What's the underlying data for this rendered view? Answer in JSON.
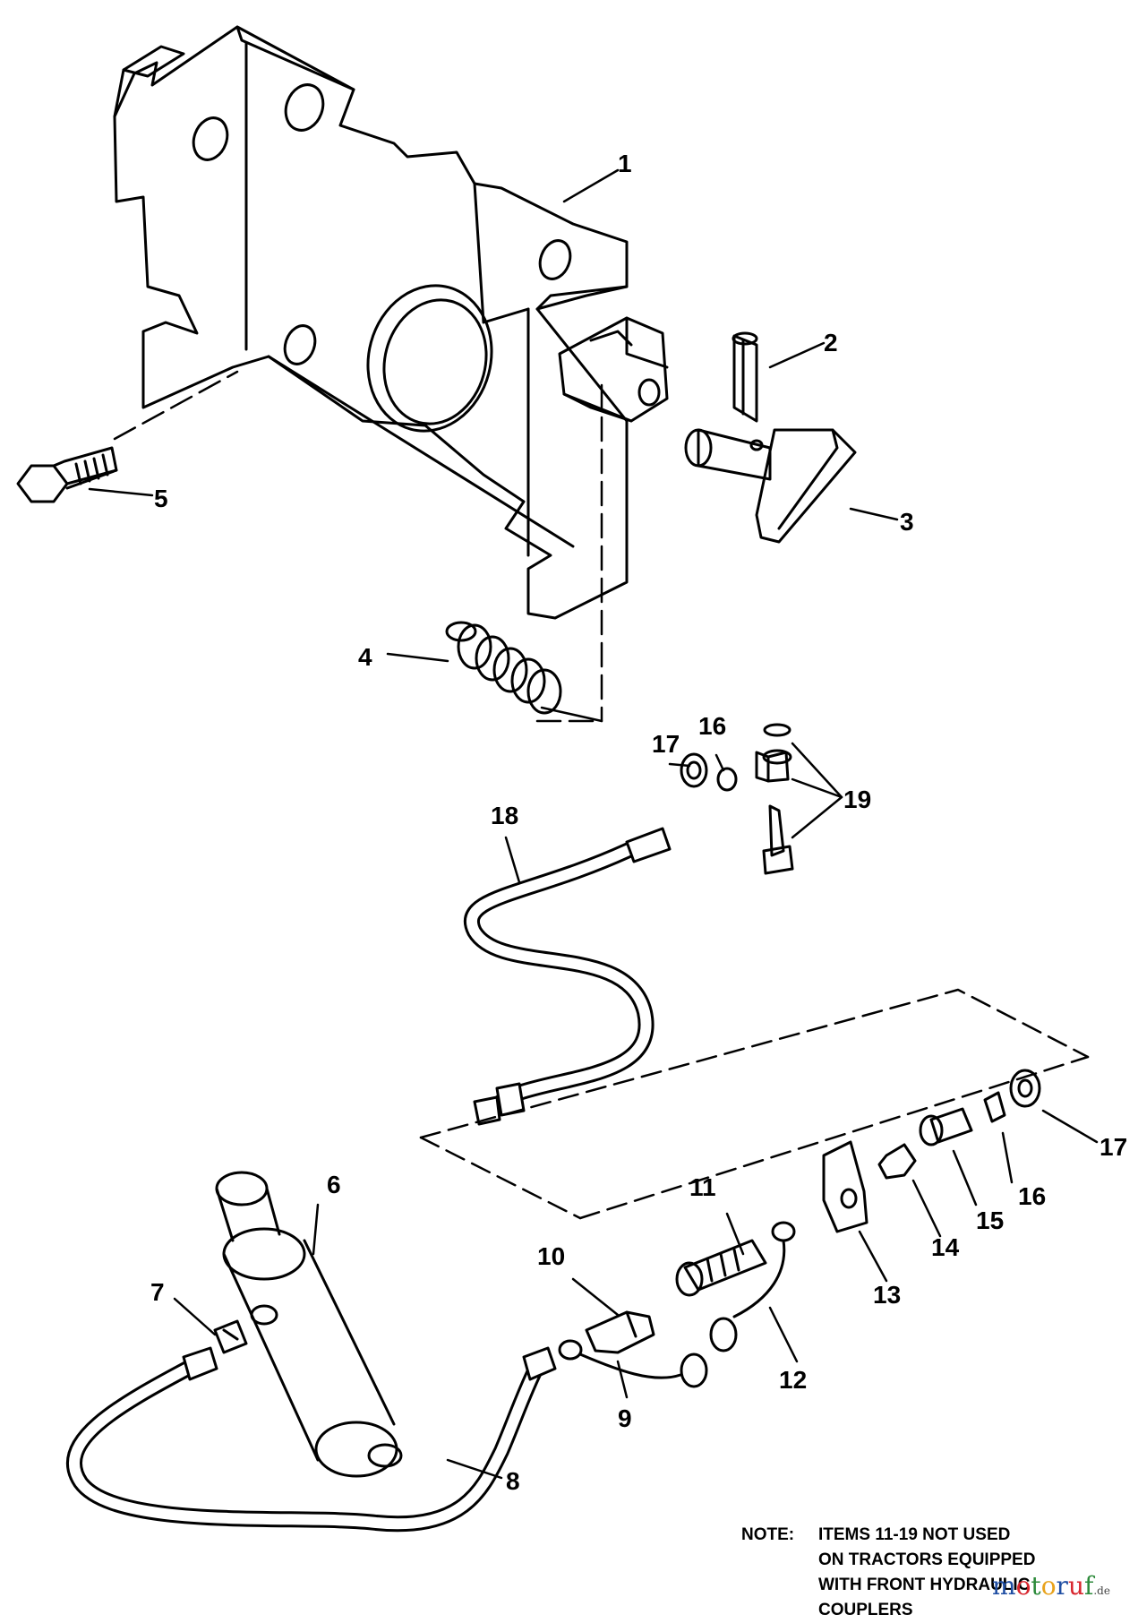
{
  "diagram": {
    "callouts": [
      "1",
      "2",
      "3",
      "4",
      "5",
      "17",
      "16",
      "19",
      "18",
      "17",
      "16",
      "15",
      "14",
      "13",
      "11",
      "10",
      "6",
      "7",
      "12",
      "9",
      "8"
    ]
  },
  "note": {
    "label": "NOTE:",
    "lines": [
      "ITEMS 11-19 NOT USED",
      "ON TRACTORS EQUIPPED",
      "WITH FRONT HYDRAULIC",
      "COUPLERS"
    ]
  },
  "watermark": {
    "letters": [
      "m",
      "o",
      "t",
      "o",
      "r",
      "u",
      "f"
    ],
    "colors": [
      "#1f4ea3",
      "#d8262e",
      "#2c8a3a",
      "#e8a21b",
      "#1f4ea3",
      "#d8262e",
      "#2c8a3a"
    ],
    "suffix": ".de"
  }
}
